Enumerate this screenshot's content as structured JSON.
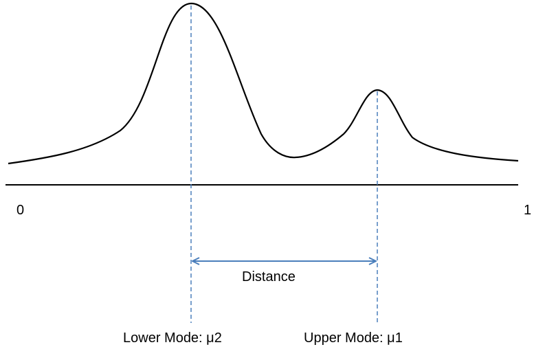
{
  "axis": {
    "left_label": "0",
    "right_label": "1"
  },
  "distance": {
    "label": "Distance"
  },
  "modes": {
    "lower": {
      "label": "Lower Mode: μ2"
    },
    "upper": {
      "label": "Upper Mode: μ1"
    }
  },
  "colors": {
    "curve": "#000000",
    "axis": "#000000",
    "guide": "#4A7EBB",
    "arrow": "#4A7EBB",
    "text": "#000000"
  }
}
